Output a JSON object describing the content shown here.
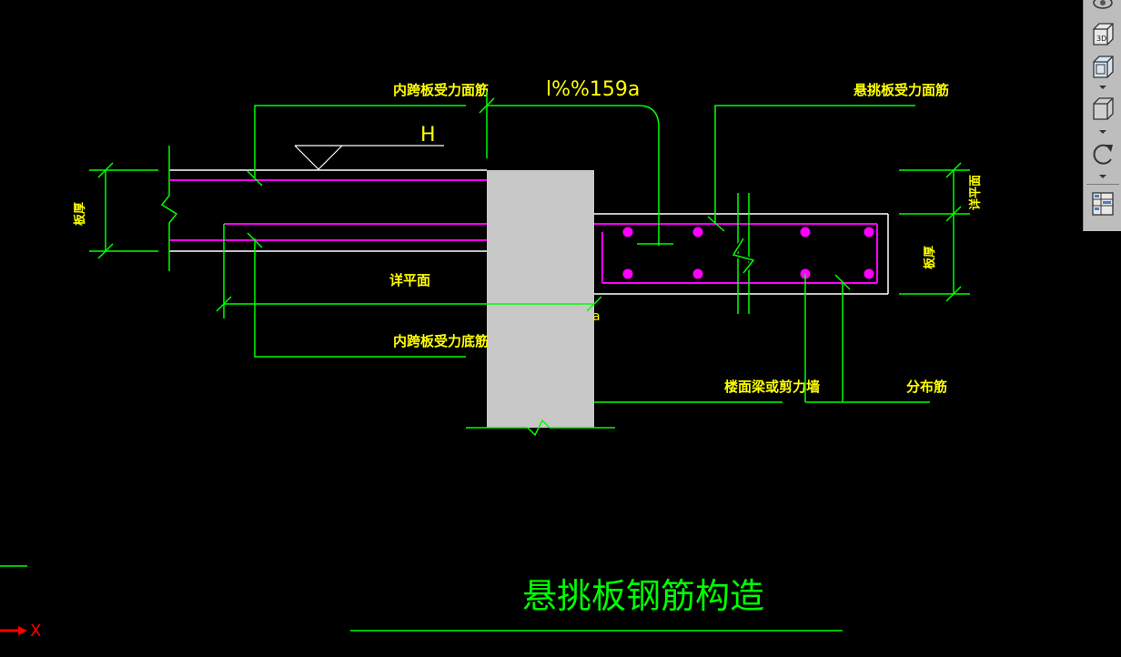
{
  "drawing": {
    "label_inner_top": "内跨板受力面筋",
    "label_cantilever_top": "悬挑板受力面筋",
    "label_H": "H",
    "label_dim_text": "l%%159a",
    "label_plan_ref": "详平面",
    "label_inner_bottom": "内跨板受力底筋",
    "label_beam_wall": "楼面梁或剪力墙",
    "label_distribution": "分布筋",
    "label_left_thickness": "板厚",
    "label_right_thickness": "板厚",
    "label_right_side": "详平面",
    "label_a": "a",
    "title": "悬挑板钢筋构造"
  },
  "ucs": {
    "x_label": "X"
  },
  "colors": {
    "background": "#000000",
    "green": "#00ff00",
    "yellow": "#ffff00",
    "magenta": "#ff00ff",
    "white": "#ffffff",
    "column_fill": "#c8c8c8",
    "red": "#ff0000"
  },
  "toolbar": {
    "icons": [
      "orbit-icon",
      "3d-box-icon",
      "view-cube-icon",
      "shaded-box-icon",
      "rotate-icon",
      "layout-grid-icon"
    ]
  }
}
